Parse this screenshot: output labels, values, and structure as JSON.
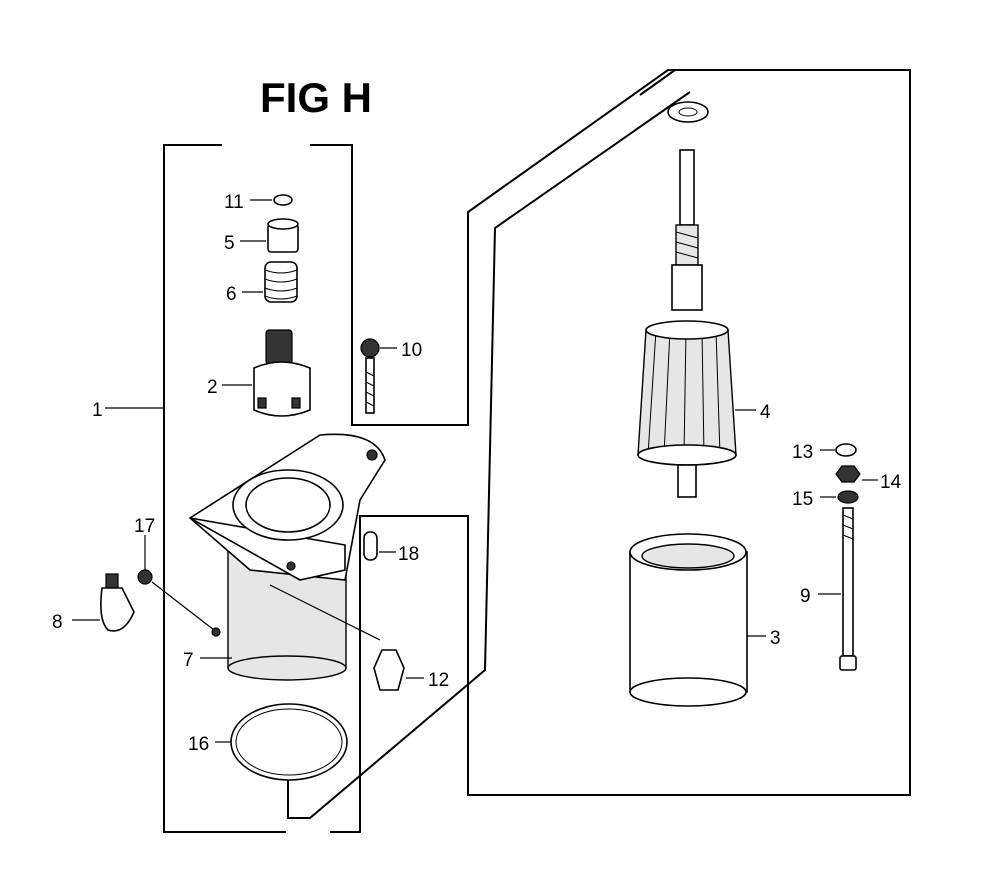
{
  "figure": {
    "title": "FIG H"
  },
  "callouts": {
    "c1": "1",
    "c2": "2",
    "c3": "3",
    "c4": "4",
    "c5": "5",
    "c6": "6",
    "c7": "7",
    "c8": "8",
    "c9": "9",
    "c10": "10",
    "c11": "11",
    "c12": "12",
    "c13": "13",
    "c14": "14",
    "c15": "15",
    "c16": "16",
    "c17": "17",
    "c18": "18"
  }
}
